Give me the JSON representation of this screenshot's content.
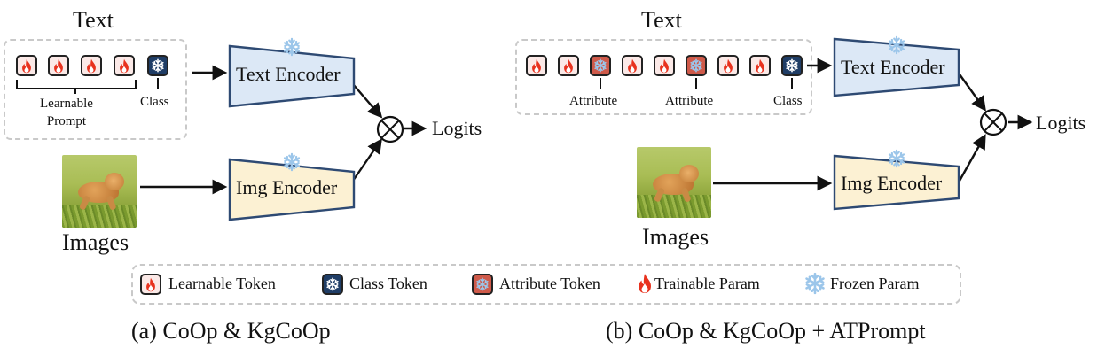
{
  "left": {
    "text_label": "Text",
    "learnable_label": "Learnable\nPrompt",
    "class_label": "Class",
    "text_encoder": "Text Encoder",
    "img_encoder": "Img Encoder",
    "images_label": "Images",
    "logits_label": "Logits",
    "caption": "(a) CoOp & KgCoOp"
  },
  "right": {
    "text_label": "Text",
    "attribute_label_1": "Attribute",
    "attribute_label_2": "Attribute",
    "class_label": "Class",
    "text_encoder": "Text Encoder",
    "img_encoder": "Img Encoder",
    "images_label": "Images",
    "logits_label": "Logits",
    "caption": "(b) CoOp & KgCoOp + ATPrompt"
  },
  "legend": {
    "learnable_token": "Learnable Token",
    "class_token": "Class Token",
    "attribute_token": "Attribute Token",
    "trainable_param": "Trainable Param",
    "frozen_param": "Frozen Param"
  },
  "colors": {
    "encoder_text_fill": "#dce8f6",
    "encoder_img_fill": "#fcf1d3",
    "encoder_border": "#2e4a73",
    "fire": "#e8321e",
    "snow": "#9cc6ea",
    "class_token": "#1f3d66",
    "attribute_token": "#cf5a4a",
    "learnable_token": "#fbe9e7"
  }
}
